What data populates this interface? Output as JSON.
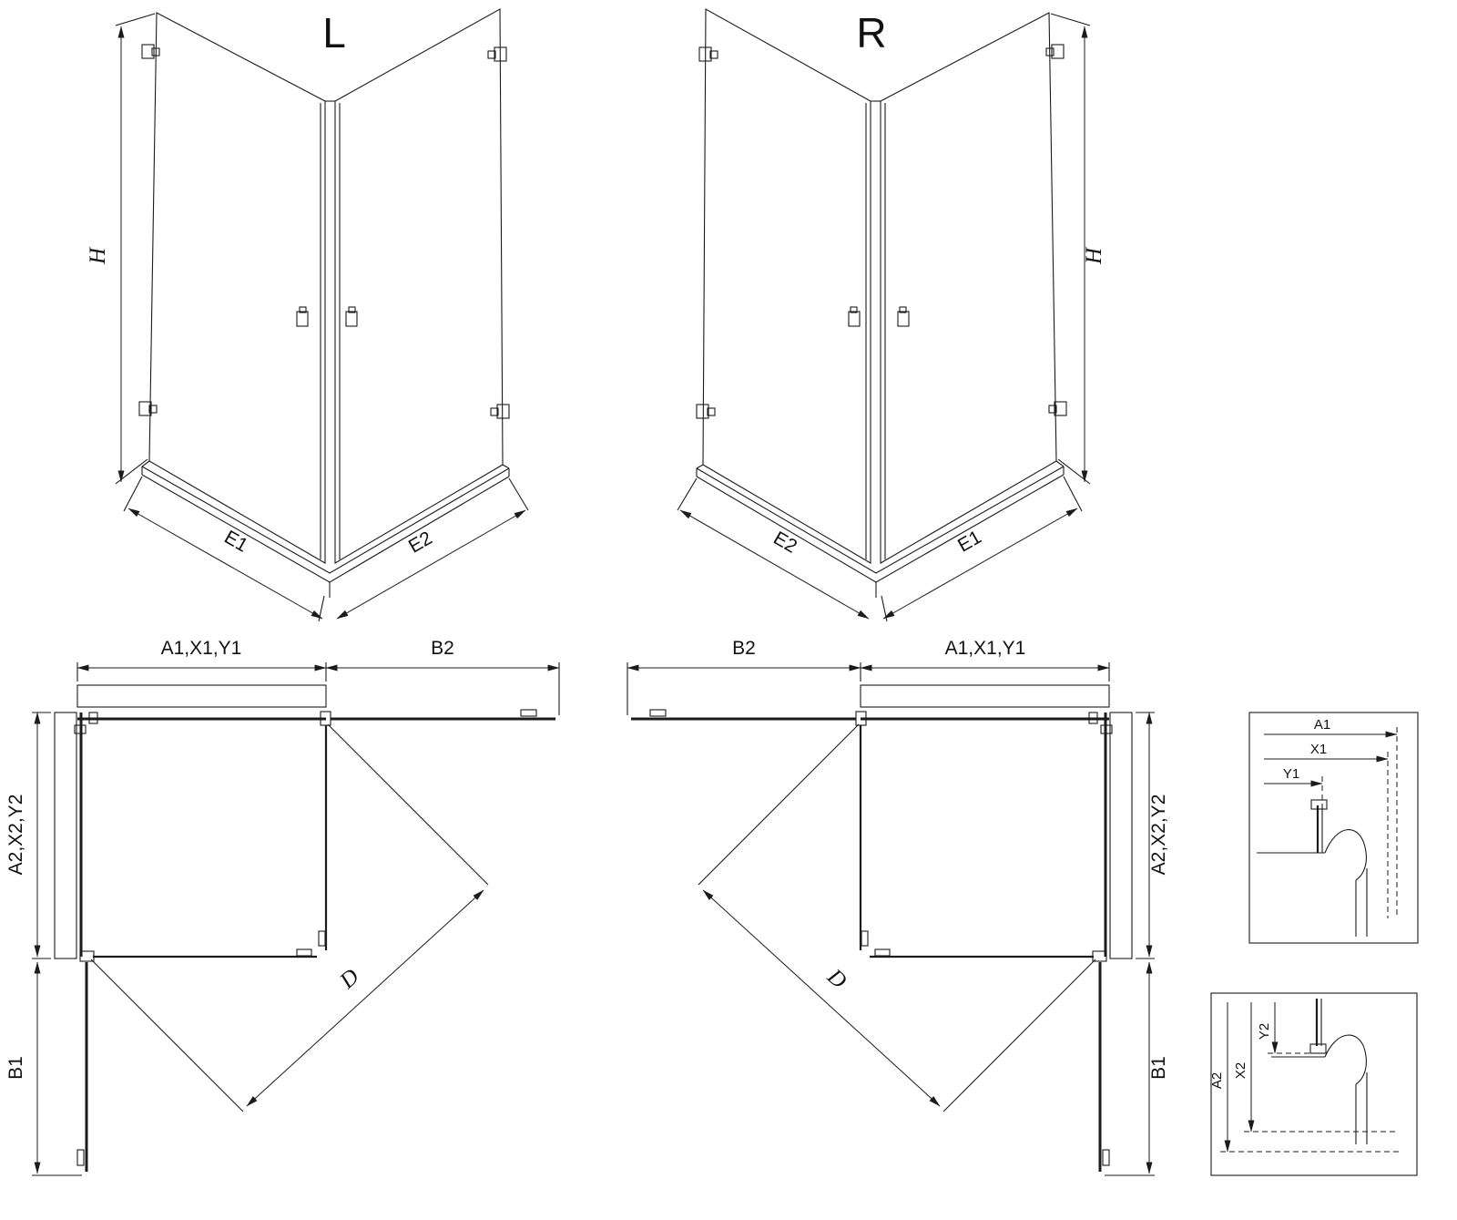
{
  "views": {
    "left3d": {
      "label": "L",
      "h": "H",
      "e1": "E1",
      "e2": "E2"
    },
    "right3d": {
      "label": "R",
      "h": "H",
      "e1": "E1",
      "e2": "E2"
    },
    "leftPlan": {
      "a1": "A1,X1,Y1",
      "b2": "B2",
      "a2": "A2,X2,Y2",
      "b1": "B1",
      "d": "D"
    },
    "rightPlan": {
      "a1": "A1,X1,Y1",
      "b2": "B2",
      "a2": "A2,X2,Y2",
      "b1": "B1",
      "d": "D"
    },
    "detailTop": {
      "a1": "A1",
      "x1": "X1",
      "y1": "Y1"
    },
    "detailBottom": {
      "a2": "A2",
      "x2": "X2",
      "y2": "Y2"
    }
  },
  "colors": {
    "line": "#1b1b1b",
    "background": "#ffffff"
  }
}
